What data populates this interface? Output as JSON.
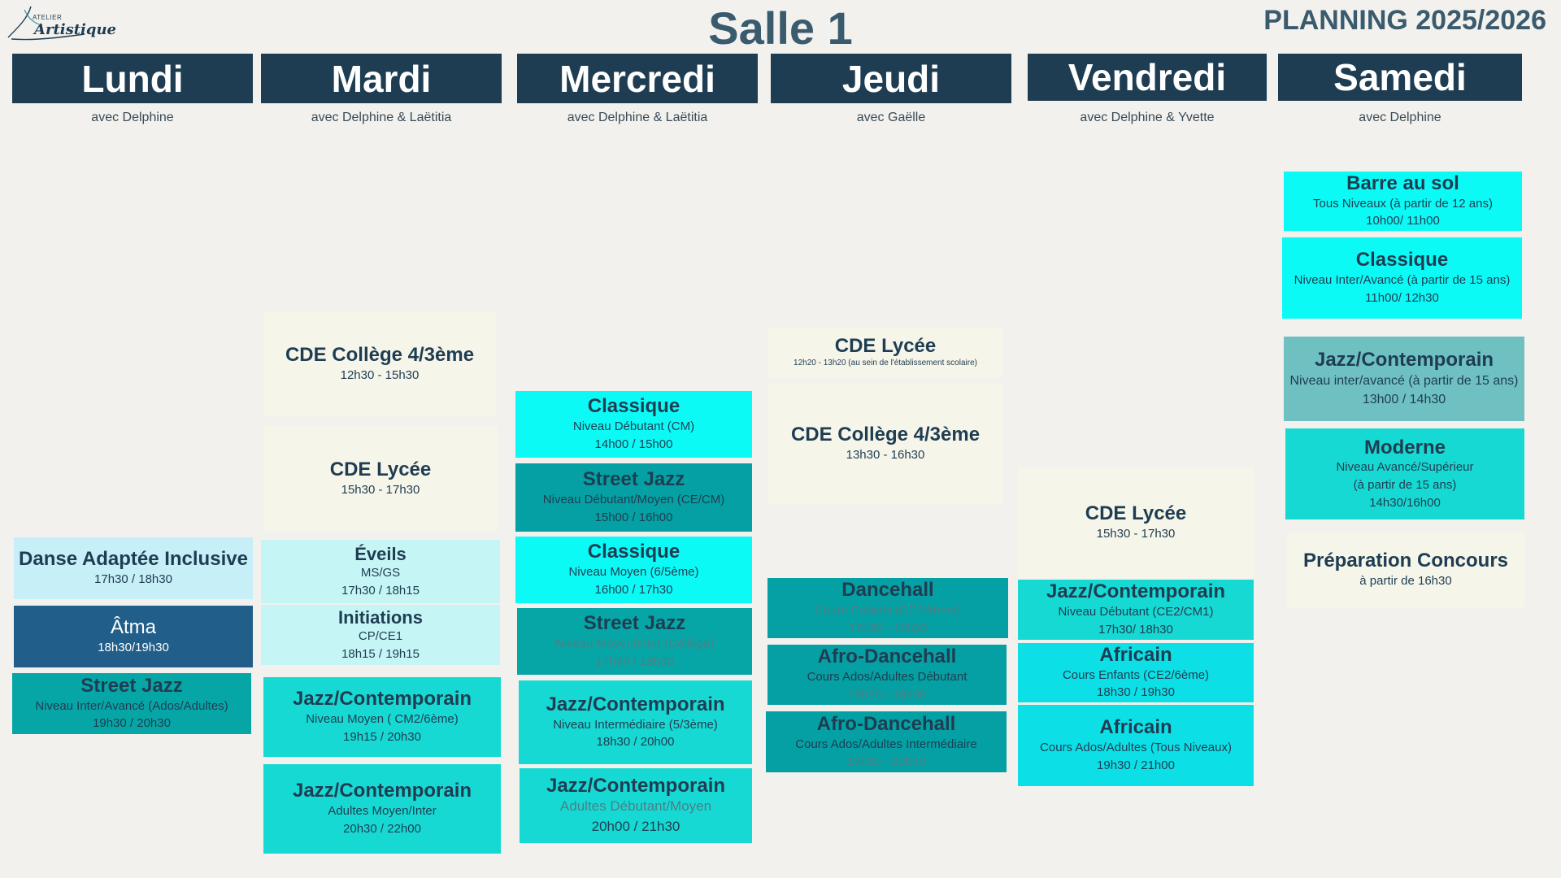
{
  "header": {
    "logo_small": "ATELIER",
    "logo_main": "Artistique",
    "title": "Salle 1",
    "planning": "PLANNING 2025/2026"
  },
  "days": [
    {
      "name": "Lundi",
      "teacher": "avec Delphine"
    },
    {
      "name": "Mardi",
      "teacher": "avec Delphine & Laëtitia"
    },
    {
      "name": "Mercredi",
      "teacher": "avec Delphine & Laëtitia"
    },
    {
      "name": "Jeudi",
      "teacher": "avec Gaëlle"
    },
    {
      "name": "Vendredi",
      "teacher": "avec Delphine & Yvette"
    },
    {
      "name": "Samedi",
      "teacher": "avec Delphine"
    }
  ],
  "lundi": [
    {
      "title": "Danse Adaptée Inclusive",
      "hours": "17h30 / 18h30"
    },
    {
      "title": "Âtma",
      "hours": "18h30/19h30"
    },
    {
      "title": "Street Jazz",
      "level": "Niveau Inter/Avancé (Ados/Adultes)",
      "hours": "19h30 / 20h30"
    }
  ],
  "mardi": [
    {
      "title": "CDE Collège 4/3ème",
      "hours": "12h30 - 15h30"
    },
    {
      "title": "CDE Lycée",
      "hours": "15h30 - 17h30"
    },
    {
      "title": "Éveils",
      "level": "MS/GS",
      "hours": "17h30 / 18h15"
    },
    {
      "title": "Initiations",
      "level": "CP/CE1",
      "hours": "18h15 / 19h15"
    },
    {
      "title": "Jazz/Contemporain",
      "level": "Niveau Moyen ( CM2/6ème)",
      "hours": "19h15 / 20h30"
    },
    {
      "title": "Jazz/Contemporain",
      "level": "Adultes Moyen/Inter",
      "hours": "20h30 / 22h00"
    }
  ],
  "mercredi": [
    {
      "title": "Classique",
      "level": "Niveau Débutant (CM)",
      "hours": "14h00 / 15h00"
    },
    {
      "title": "Street Jazz",
      "level": "Niveau Débutant/Moyen (CE/CM)",
      "hours": "15h00 / 16h00"
    },
    {
      "title": "Classique",
      "level": "Niveau Moyen (6/5ème)",
      "hours": "16h00 / 17h30"
    },
    {
      "title": "Street Jazz",
      "level": "Niveau Moyen/Inter (Collège)",
      "hours": "17h30 / 18h30"
    },
    {
      "title": "Jazz/Contemporain",
      "level": "Niveau Intermédiaire (5/3ème)",
      "hours": "18h30 / 20h00"
    },
    {
      "title": "Jazz/Contemporain",
      "level": "Adultes Débutant/Moyen",
      "hours": "20h00 / 21h30"
    }
  ],
  "jeudi": [
    {
      "title": "CDE Lycée",
      "note": "12h20 - 13h20 (au sein de l'établissement scolaire)"
    },
    {
      "title": "CDE Collège 4/3ème",
      "hours": "13h30 - 16h30"
    },
    {
      "title": "Dancehall",
      "level": "Cours Enfants (CE2/6ème)",
      "hours": "17h30 - 18h30"
    },
    {
      "title": "Afro-Dancehall",
      "level": "Cours Ados/Adultes  Débutant",
      "hours": "18h30 - 19h30"
    },
    {
      "title": "Afro-Dancehall",
      "level": "Cours Ados/Adultes Intermédiaire",
      "hours": "19h30 - 20h30"
    }
  ],
  "vendredi": [
    {
      "title": "CDE Lycée",
      "hours": "15h30 - 17h30"
    },
    {
      "title": "Jazz/Contemporain",
      "level": "Niveau Débutant (CE2/CM1)",
      "hours": "17h30/ 18h30"
    },
    {
      "title": "Africain",
      "level": "Cours Enfants (CE2/6ème)",
      "hours": "18h30 / 19h30"
    },
    {
      "title": "Africain",
      "level": "Cours Ados/Adultes (Tous Niveaux)",
      "hours": "19h30 / 21h00"
    }
  ],
  "samedi": [
    {
      "title": "Barre au sol",
      "level": "Tous Niveaux (à partir de 12 ans)",
      "hours": "10h00/ 11h00"
    },
    {
      "title": "Classique",
      "level": "Niveau Inter/Avancé (à partir de 15 ans)",
      "hours": "11h00/ 12h30"
    },
    {
      "title": "Jazz/Contemporain",
      "level": "Niveau inter/avancé (à partir de 15 ans)",
      "hours": "13h00 / 14h30"
    },
    {
      "title": "Moderne",
      "level": "Niveau Avancé/Supérieur",
      "level2": "(à partir de 15 ans)",
      "hours": "14h30/16h00"
    },
    {
      "title": "Préparation Concours",
      "level": "à partir de 16h30"
    }
  ]
}
